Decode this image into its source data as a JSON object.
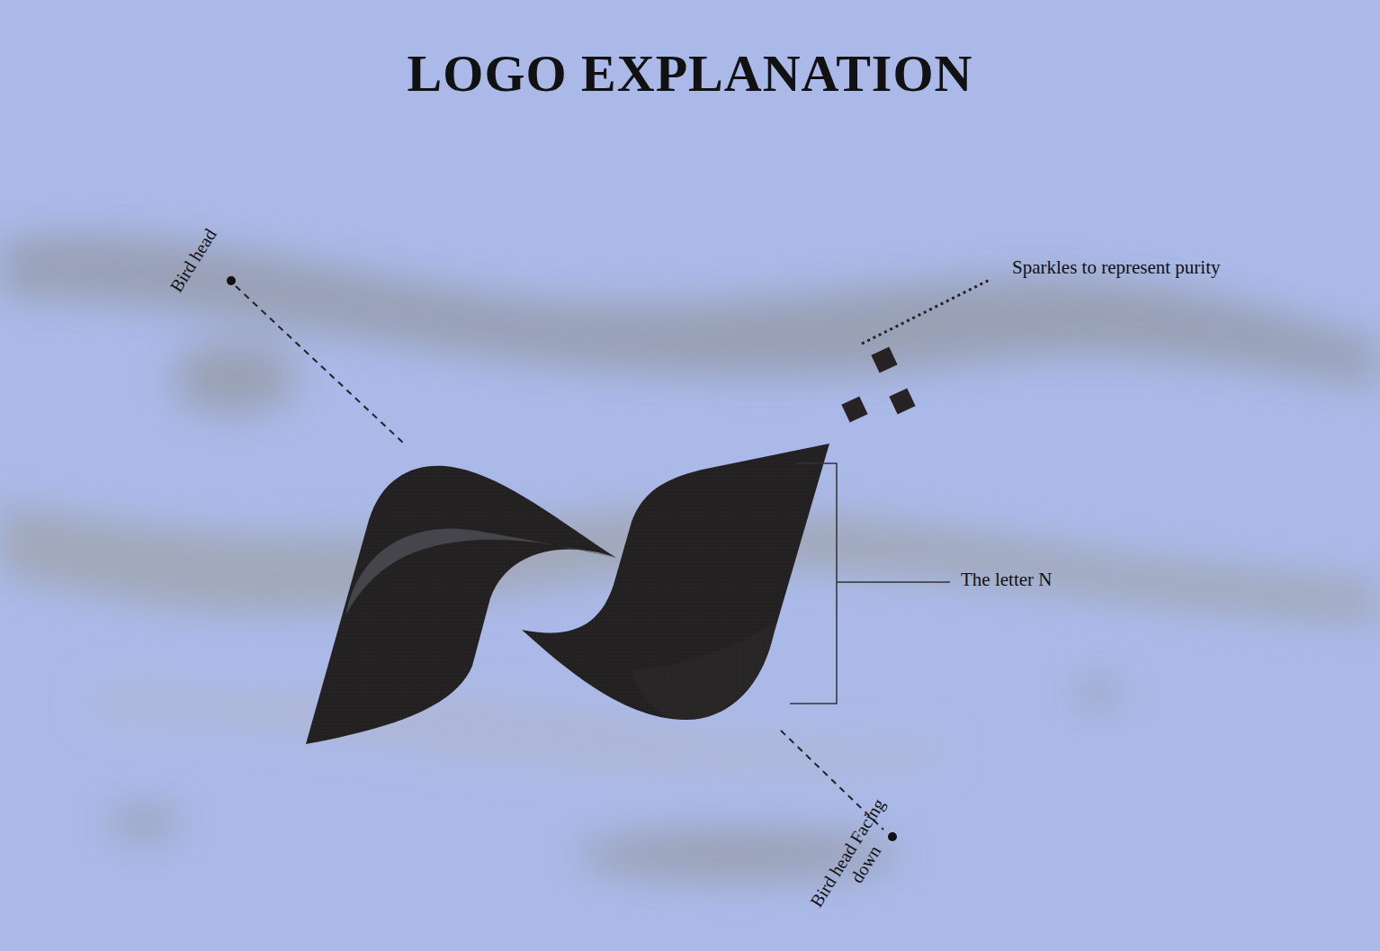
{
  "diagram": {
    "title": "LOGO EXPLANATION",
    "labels": [
      "Bird head",
      "Sparkles to represent purity",
      "The letter N",
      "Bird head Facing down"
    ]
  }
}
